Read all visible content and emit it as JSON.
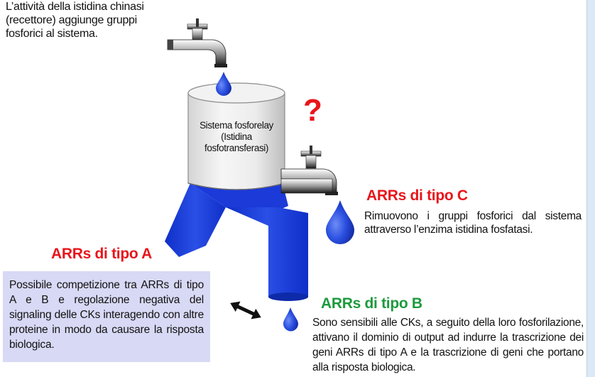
{
  "intro_text": "L’attività della istidina chinasi (recettore) aggiunge gruppi fosforici al sistema.",
  "question_mark": "?",
  "tank": {
    "label_line1": "Sistema fosforelay",
    "label_line2": "(Istidina",
    "label_line3": "fosfotransferasi)"
  },
  "type_c": {
    "title": "ARRs di tipo C",
    "description": "Rimuovono i gruppi fosforici dal sistema attraverso l’enzima istidina fosfatasi."
  },
  "type_a": {
    "title": "ARRs di tipo A",
    "description": "Possibile competizione tra ARRs  di tipo A e B e regolazione negativa del signaling delle CKs interagendo con altre proteine in modo da causare la risposta biologica."
  },
  "type_b": {
    "title": "ARRs di tipo B",
    "description": "Sono sensibili alle CKs, a seguito della loro fosforilazione, attivano il dominio di output ad indurre la trascrizione dei geni ARRs di tipo A e la trascrizione di geni che portano alla risposta biologica."
  },
  "colors": {
    "water_blue": "#1f3fd6",
    "title_red": "#e8151b",
    "title_green": "#1c9a3d",
    "box_fill": "#d8d9f5"
  }
}
